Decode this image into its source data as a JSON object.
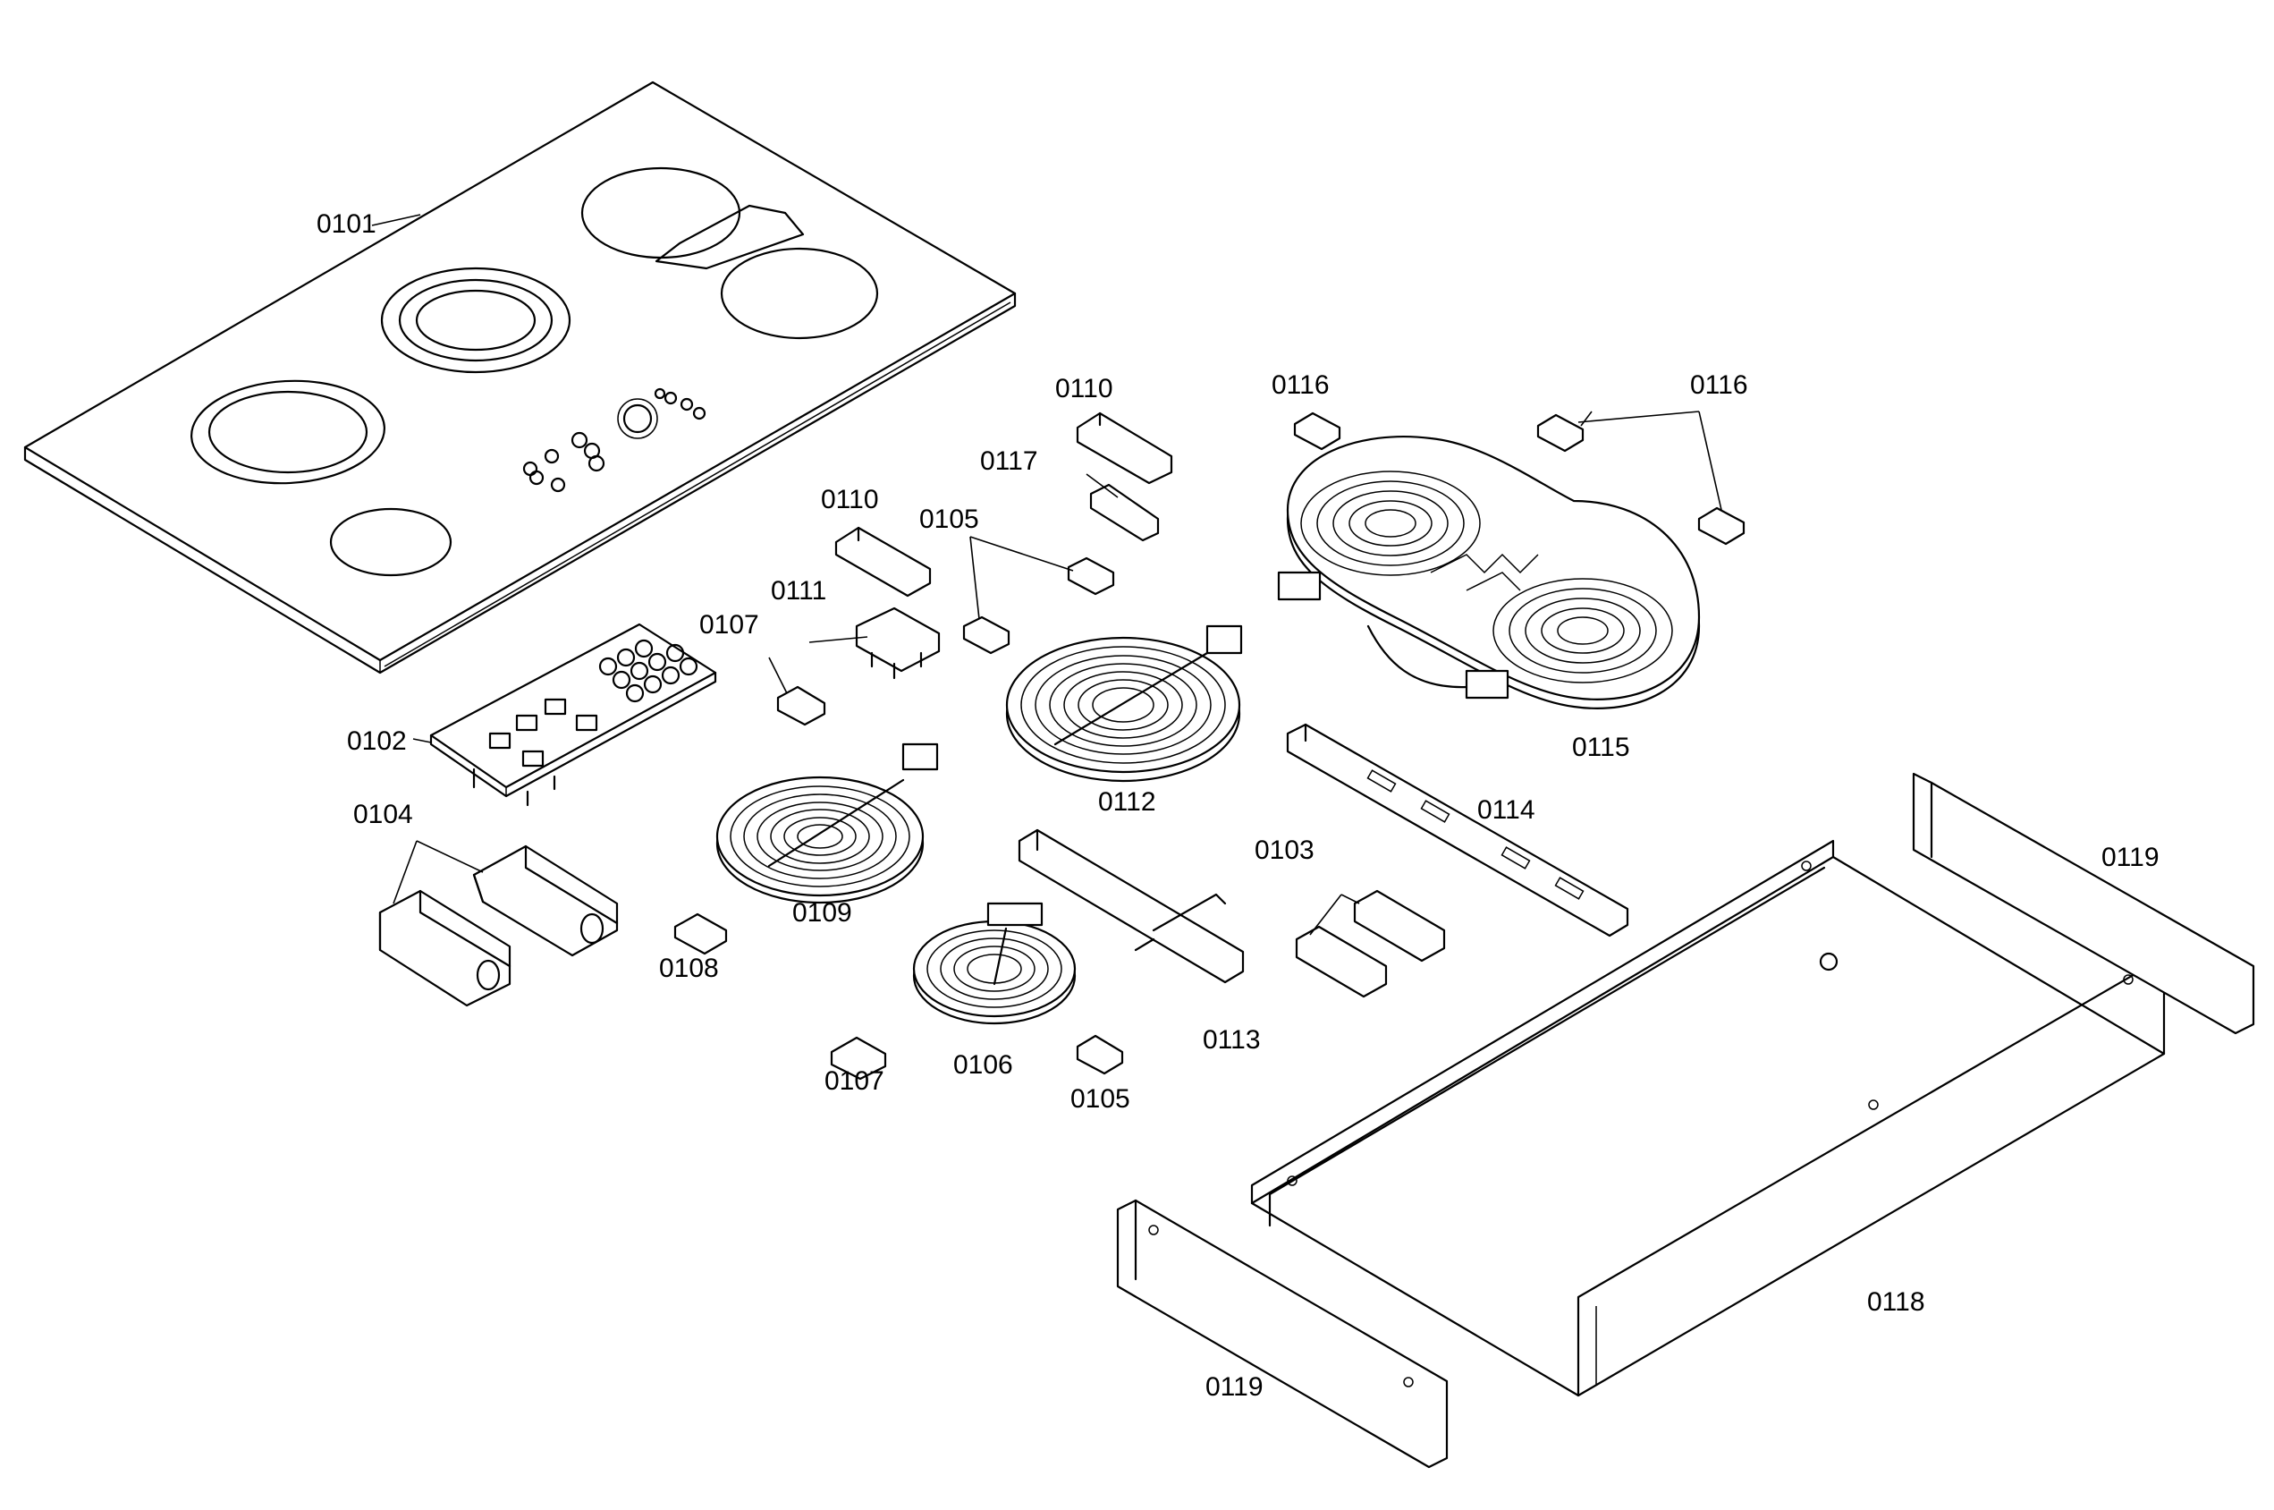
{
  "diagram": {
    "parts": [
      {
        "id": "p0101",
        "label": "0101"
      },
      {
        "id": "p0102",
        "label": "0102"
      },
      {
        "id": "p0103",
        "label": "0103"
      },
      {
        "id": "p0104",
        "label": "0104"
      },
      {
        "id": "p0105a",
        "label": "0105"
      },
      {
        "id": "p0105b",
        "label": "0105"
      },
      {
        "id": "p0106",
        "label": "0106"
      },
      {
        "id": "p0107a",
        "label": "0107"
      },
      {
        "id": "p0107b",
        "label": "0107"
      },
      {
        "id": "p0108",
        "label": "0108"
      },
      {
        "id": "p0109",
        "label": "0109"
      },
      {
        "id": "p0110a",
        "label": "0110"
      },
      {
        "id": "p0110b",
        "label": "0110"
      },
      {
        "id": "p0111",
        "label": "0111"
      },
      {
        "id": "p0112",
        "label": "0112"
      },
      {
        "id": "p0113",
        "label": "0113"
      },
      {
        "id": "p0114",
        "label": "0114"
      },
      {
        "id": "p0115",
        "label": "0115"
      },
      {
        "id": "p0116a",
        "label": "0116"
      },
      {
        "id": "p0116b",
        "label": "0116"
      },
      {
        "id": "p0117",
        "label": "0117"
      },
      {
        "id": "p0118",
        "label": "0118"
      },
      {
        "id": "p0119a",
        "label": "0119"
      },
      {
        "id": "p0119b",
        "label": "0119"
      }
    ]
  },
  "colors": {
    "line": "#000000",
    "background": "#ffffff"
  }
}
